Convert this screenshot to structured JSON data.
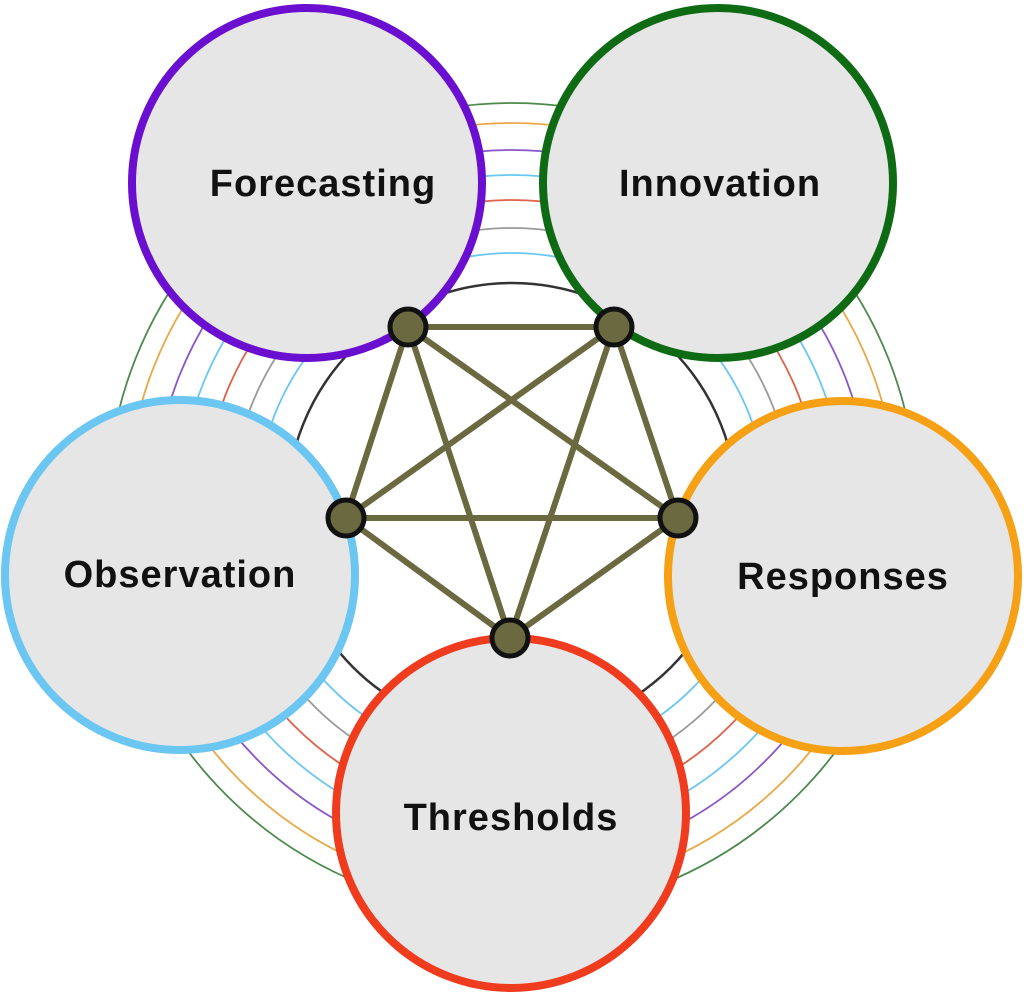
{
  "diagram": {
    "colors": {
      "circle_fill": "#e6e6e6",
      "network_line": "#6b6940",
      "network_node": "#6b6940",
      "node_outline": "#111111"
    },
    "circles": [
      {
        "id": "forecasting",
        "label": "Forecasting",
        "color": "#6a0fd0"
      },
      {
        "id": "innovation",
        "label": "Innovation",
        "color": "#0e6b14"
      },
      {
        "id": "observation",
        "label": "Observation",
        "color": "#6cc6f2"
      },
      {
        "id": "responses",
        "label": "Responses",
        "color": "#f5a015"
      },
      {
        "id": "thresholds",
        "label": "Thresholds",
        "color": "#f03c1e"
      }
    ],
    "ring_colors": [
      "#4d8a4d",
      "#e8a845",
      "#8a55c8",
      "#6cc6f2",
      "#e06048",
      "#9a9a9a",
      "#6cc6f2",
      "#333333"
    ]
  }
}
